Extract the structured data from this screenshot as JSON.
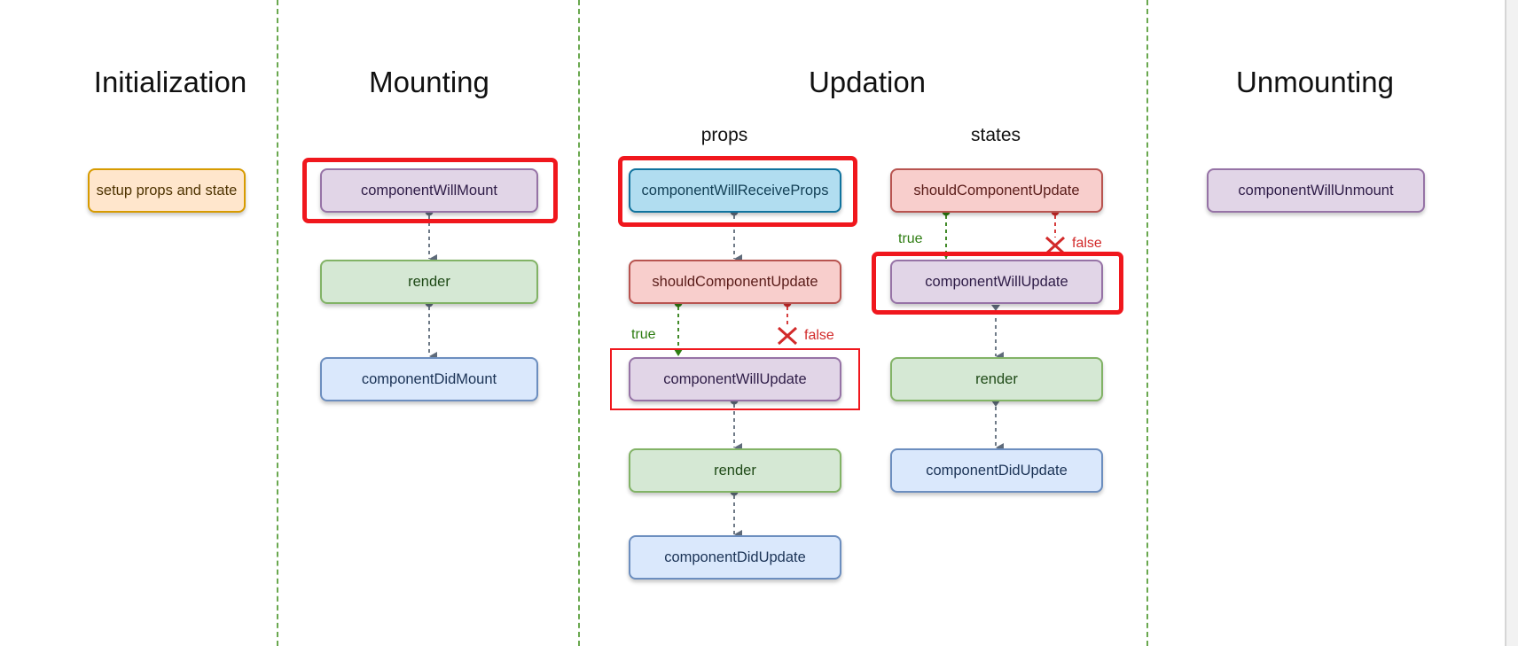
{
  "columns": {
    "initialization": {
      "title": "Initialization"
    },
    "mounting": {
      "title": "Mounting"
    },
    "updation": {
      "title": "Updation",
      "props_title": "props",
      "states_title": "states"
    },
    "unmounting": {
      "title": "Unmounting"
    }
  },
  "nodes": {
    "setup": "setup props and state",
    "mount_will": "componentWillMount",
    "mount_render": "render",
    "mount_did": "componentDidMount",
    "props_receive": "componentWillReceiveProps",
    "props_should": "shouldComponentUpdate",
    "props_will": "componentWillUpdate",
    "props_render": "render",
    "props_did": "componentDidUpdate",
    "states_should": "shouldComponentUpdate",
    "states_will": "componentWillUpdate",
    "states_render": "render",
    "states_did": "componentDidUpdate",
    "unmount_will": "componentWillUnmount"
  },
  "labels": {
    "props_true": "true",
    "props_false": "false",
    "states_true": "true",
    "states_false": "false"
  },
  "colors": {
    "highlight": "#f0171d",
    "divider": "#6aa84f",
    "arrow": "#5f6b7a",
    "true": "#2e7d12",
    "false": "#d22a2a"
  }
}
